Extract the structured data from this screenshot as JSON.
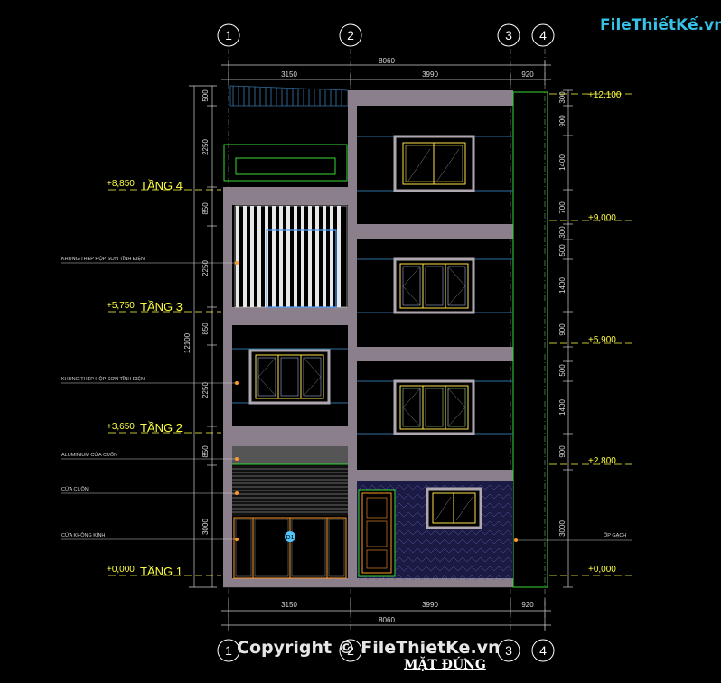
{
  "grid_labels": [
    "1",
    "2",
    "3",
    "4"
  ],
  "dims_top": {
    "overall": "8060",
    "seg1": "3150",
    "seg2": "3990",
    "seg3": "920"
  },
  "dims_bottom": {
    "overall": "8060",
    "seg1": "3150",
    "seg2": "3990",
    "seg3": "920"
  },
  "dims_left": [
    "500",
    "2250",
    "850",
    "2250",
    "850",
    "2250",
    "850",
    "3000"
  ],
  "dims_left_total": "12100",
  "dims_right": [
    "300",
    "900",
    "1400",
    "700",
    "300",
    "500",
    "1400",
    "900",
    "500",
    "1400",
    "900",
    "3000"
  ],
  "levels_left": [
    {
      "elev": "+8,850",
      "name": "TẦNG 4"
    },
    {
      "elev": "+5,750",
      "name": "TẦNG 3"
    },
    {
      "elev": "+3,650",
      "name": "TẦNG 2"
    },
    {
      "elev": "+0,000",
      "name": "TẦNG 1"
    }
  ],
  "levels_right": [
    "+12,100",
    "+9,000",
    "+5,900",
    "+2,800",
    "+0,000"
  ],
  "notes_left": [
    "KHUNG THÉP HỘP SƠN TĨNH ĐIỆN",
    "KHUNG THÉP HỘP SƠN TĨNH ĐIỆN",
    "ALUMINIUM CỬA CUỐN",
    "CỬA CUỐN",
    "CỬA KHÔNG KÍNH"
  ],
  "note_right": "ỐP GẠCH",
  "door_tag": "D1",
  "watermark": {
    "logo_text": "FileThiếtKế.vn",
    "copyright": "Copyright © FileThietKe.vn"
  },
  "drawing_title": "MẶT ĐỨNG",
  "colors": {
    "wall": "#8b7f8c",
    "window": "#ffe04a",
    "grid": "#ffffff",
    "dim": "#d8d8d8",
    "level": "#ffff40",
    "glass": "#2f6f9f",
    "green": "#38d838",
    "orange": "#ff9a2a",
    "magenta": "#ff30ff",
    "cyan": "#50a0ff"
  }
}
